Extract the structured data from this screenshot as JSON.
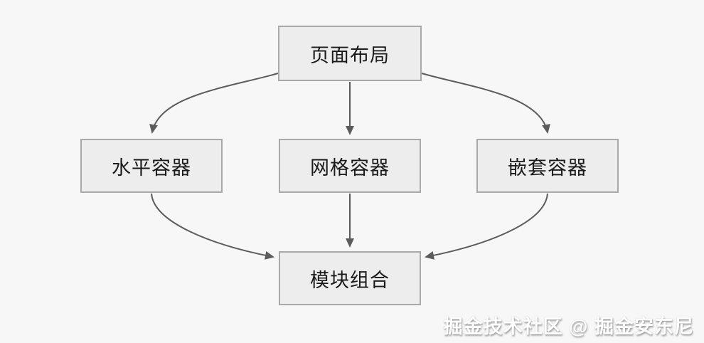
{
  "nodes": {
    "top": {
      "label": "页面布局"
    },
    "mid_left": {
      "label": "水平容器"
    },
    "mid_center": {
      "label": "网格容器"
    },
    "mid_right": {
      "label": "嵌套容器"
    },
    "bottom": {
      "label": "模块组合"
    }
  },
  "edges": [
    {
      "from": "页面布局",
      "to": "水平容器"
    },
    {
      "from": "页面布局",
      "to": "网格容器"
    },
    {
      "from": "页面布局",
      "to": "嵌套容器"
    },
    {
      "from": "水平容器",
      "to": "模块组合"
    },
    {
      "from": "网格容器",
      "to": "模块组合"
    },
    {
      "from": "嵌套容器",
      "to": "模块组合"
    }
  ],
  "watermark": {
    "text": "掘金技术社区 @ 掘金安东尼"
  },
  "colors": {
    "background": "#f7f7f7",
    "node_fill": "#ededed",
    "node_border": "#a9a9a9",
    "arrow": "#5c5c5c",
    "text": "#1a1a1a",
    "watermark_text": "#ffffff"
  }
}
